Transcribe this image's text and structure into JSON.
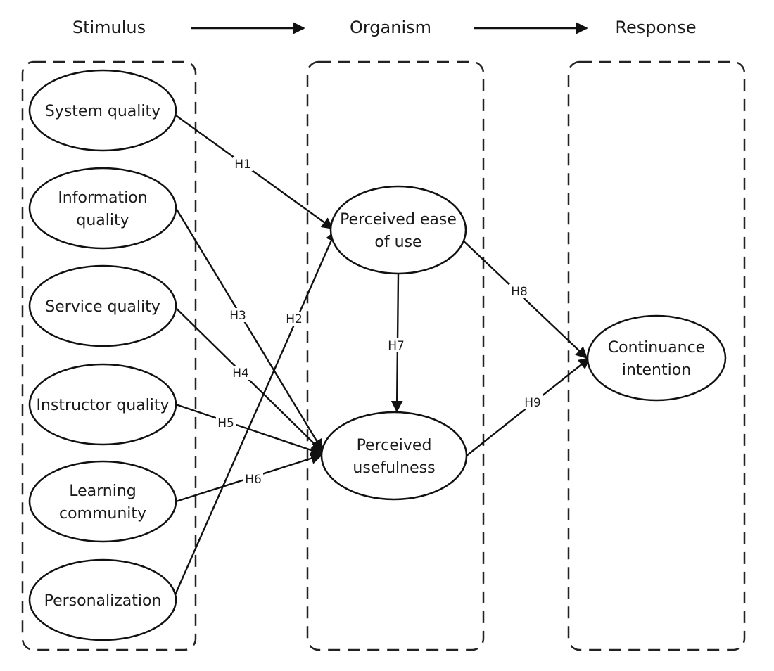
{
  "stages": {
    "stimulus": "Stimulus",
    "organism": "Organism",
    "response": "Response"
  },
  "nodes": {
    "system_quality": [
      "System quality"
    ],
    "information_quality": [
      "Information",
      "quality"
    ],
    "service_quality": [
      "Service quality"
    ],
    "instructor_quality": [
      "Instructor quality"
    ],
    "learning_community": [
      "Learning",
      "community"
    ],
    "personalization": [
      "Personalization"
    ],
    "perceived_ease_of_use": [
      "Perceived ease",
      "of use"
    ],
    "perceived_usefulness": [
      "Perceived",
      "usefulness"
    ],
    "continuance_intention": [
      "Continuance",
      "intention"
    ]
  },
  "edges": [
    {
      "id": "H1",
      "from": "system_quality",
      "to": "perceived_ease_of_use"
    },
    {
      "id": "H2",
      "from": "personalization",
      "to": "perceived_ease_of_use"
    },
    {
      "id": "H3",
      "from": "information_quality",
      "to": "perceived_usefulness"
    },
    {
      "id": "H4",
      "from": "service_quality",
      "to": "perceived_usefulness"
    },
    {
      "id": "H5",
      "from": "instructor_quality",
      "to": "perceived_usefulness"
    },
    {
      "id": "H6",
      "from": "learning_community",
      "to": "perceived_usefulness"
    },
    {
      "id": "H7",
      "from": "perceived_ease_of_use",
      "to": "perceived_usefulness"
    },
    {
      "id": "H8",
      "from": "perceived_ease_of_use",
      "to": "continuance_intention"
    },
    {
      "id": "H9",
      "from": "perceived_usefulness",
      "to": "continuance_intention"
    }
  ],
  "colors": {
    "stroke": "#111111",
    "text": "#1a1a1a",
    "background": "#ffffff"
  }
}
